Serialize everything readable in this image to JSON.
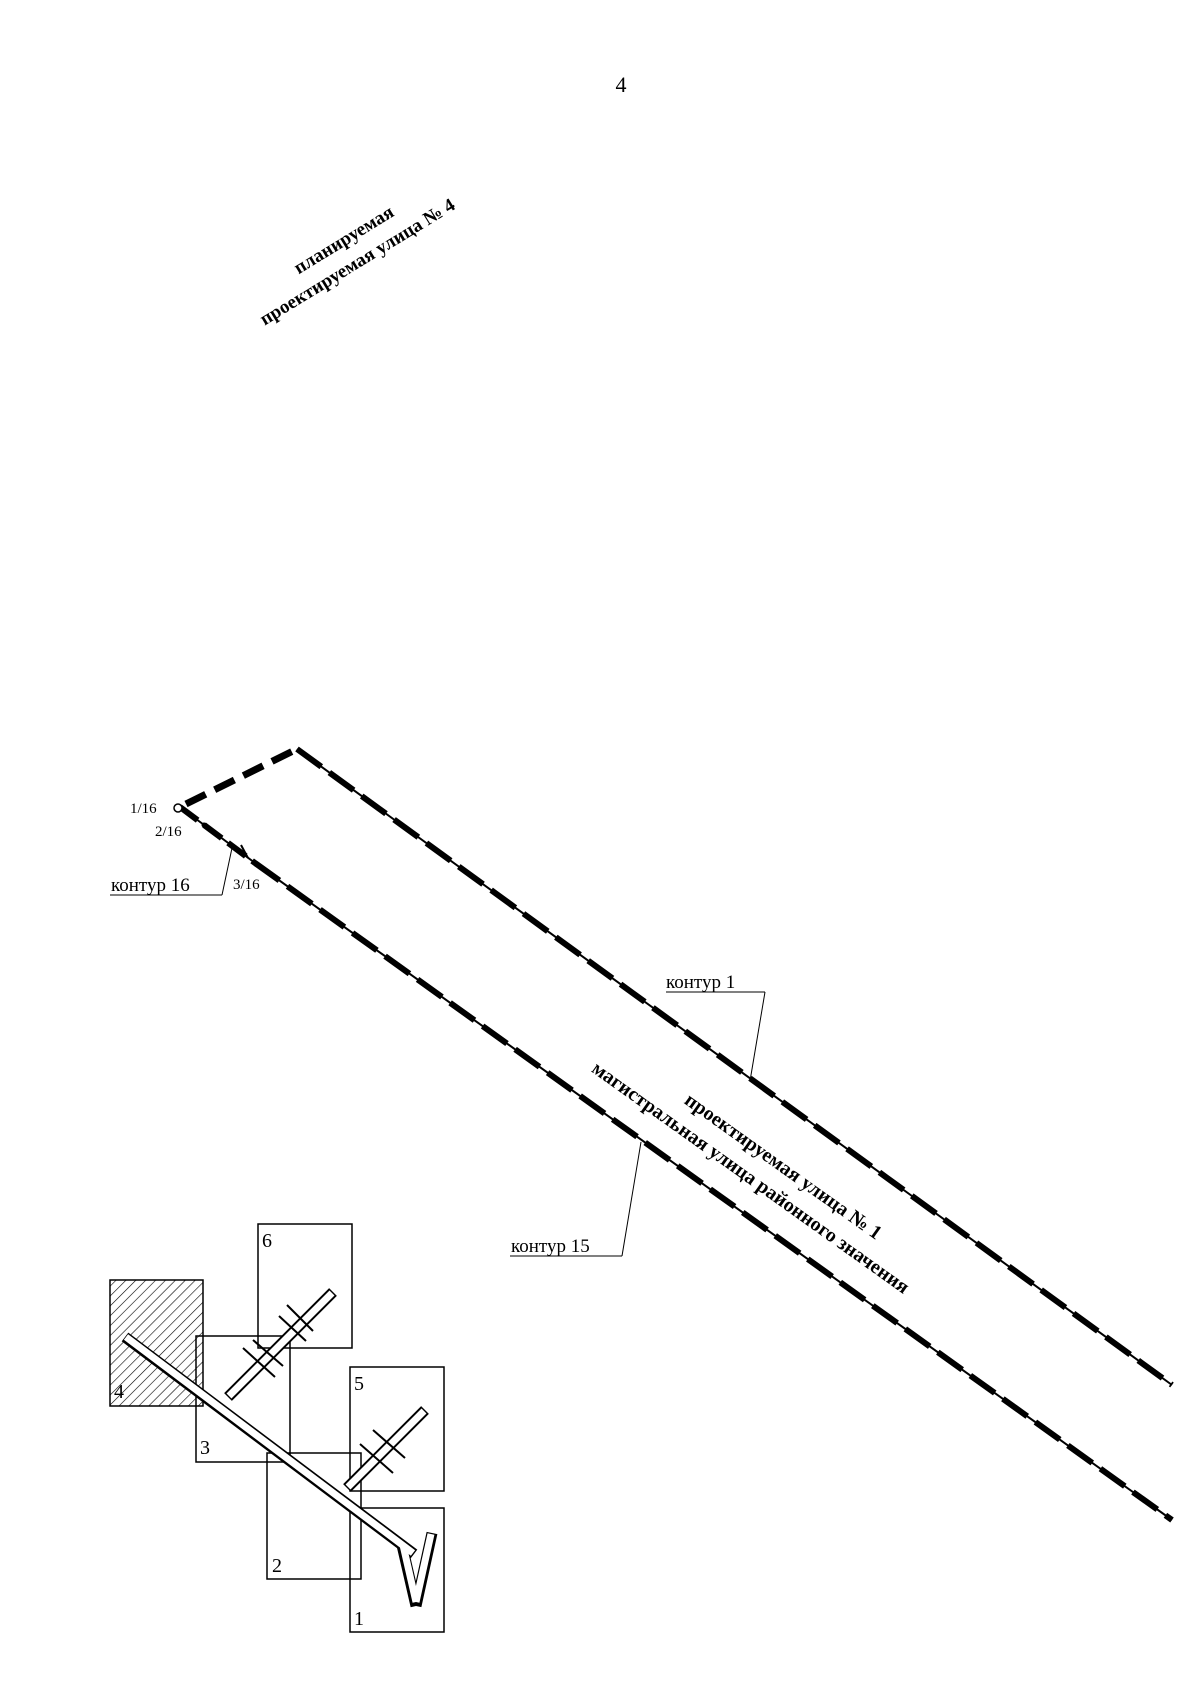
{
  "page_number": "4",
  "streets": {
    "street4_line1": "планируемая",
    "street4_line2": "проектируемая улица № 4",
    "street1_line1": "проектируемая улица № 1",
    "street1_line2": "магистральная улица районного значения"
  },
  "contours": {
    "c16": "контур 16",
    "c1": "контур 1",
    "c15": "контур 15"
  },
  "points": {
    "p1": "1/16",
    "p2": "2/16",
    "p3": "3/16"
  },
  "key_map": {
    "sheets": [
      "1",
      "2",
      "3",
      "4",
      "5",
      "6"
    ]
  }
}
